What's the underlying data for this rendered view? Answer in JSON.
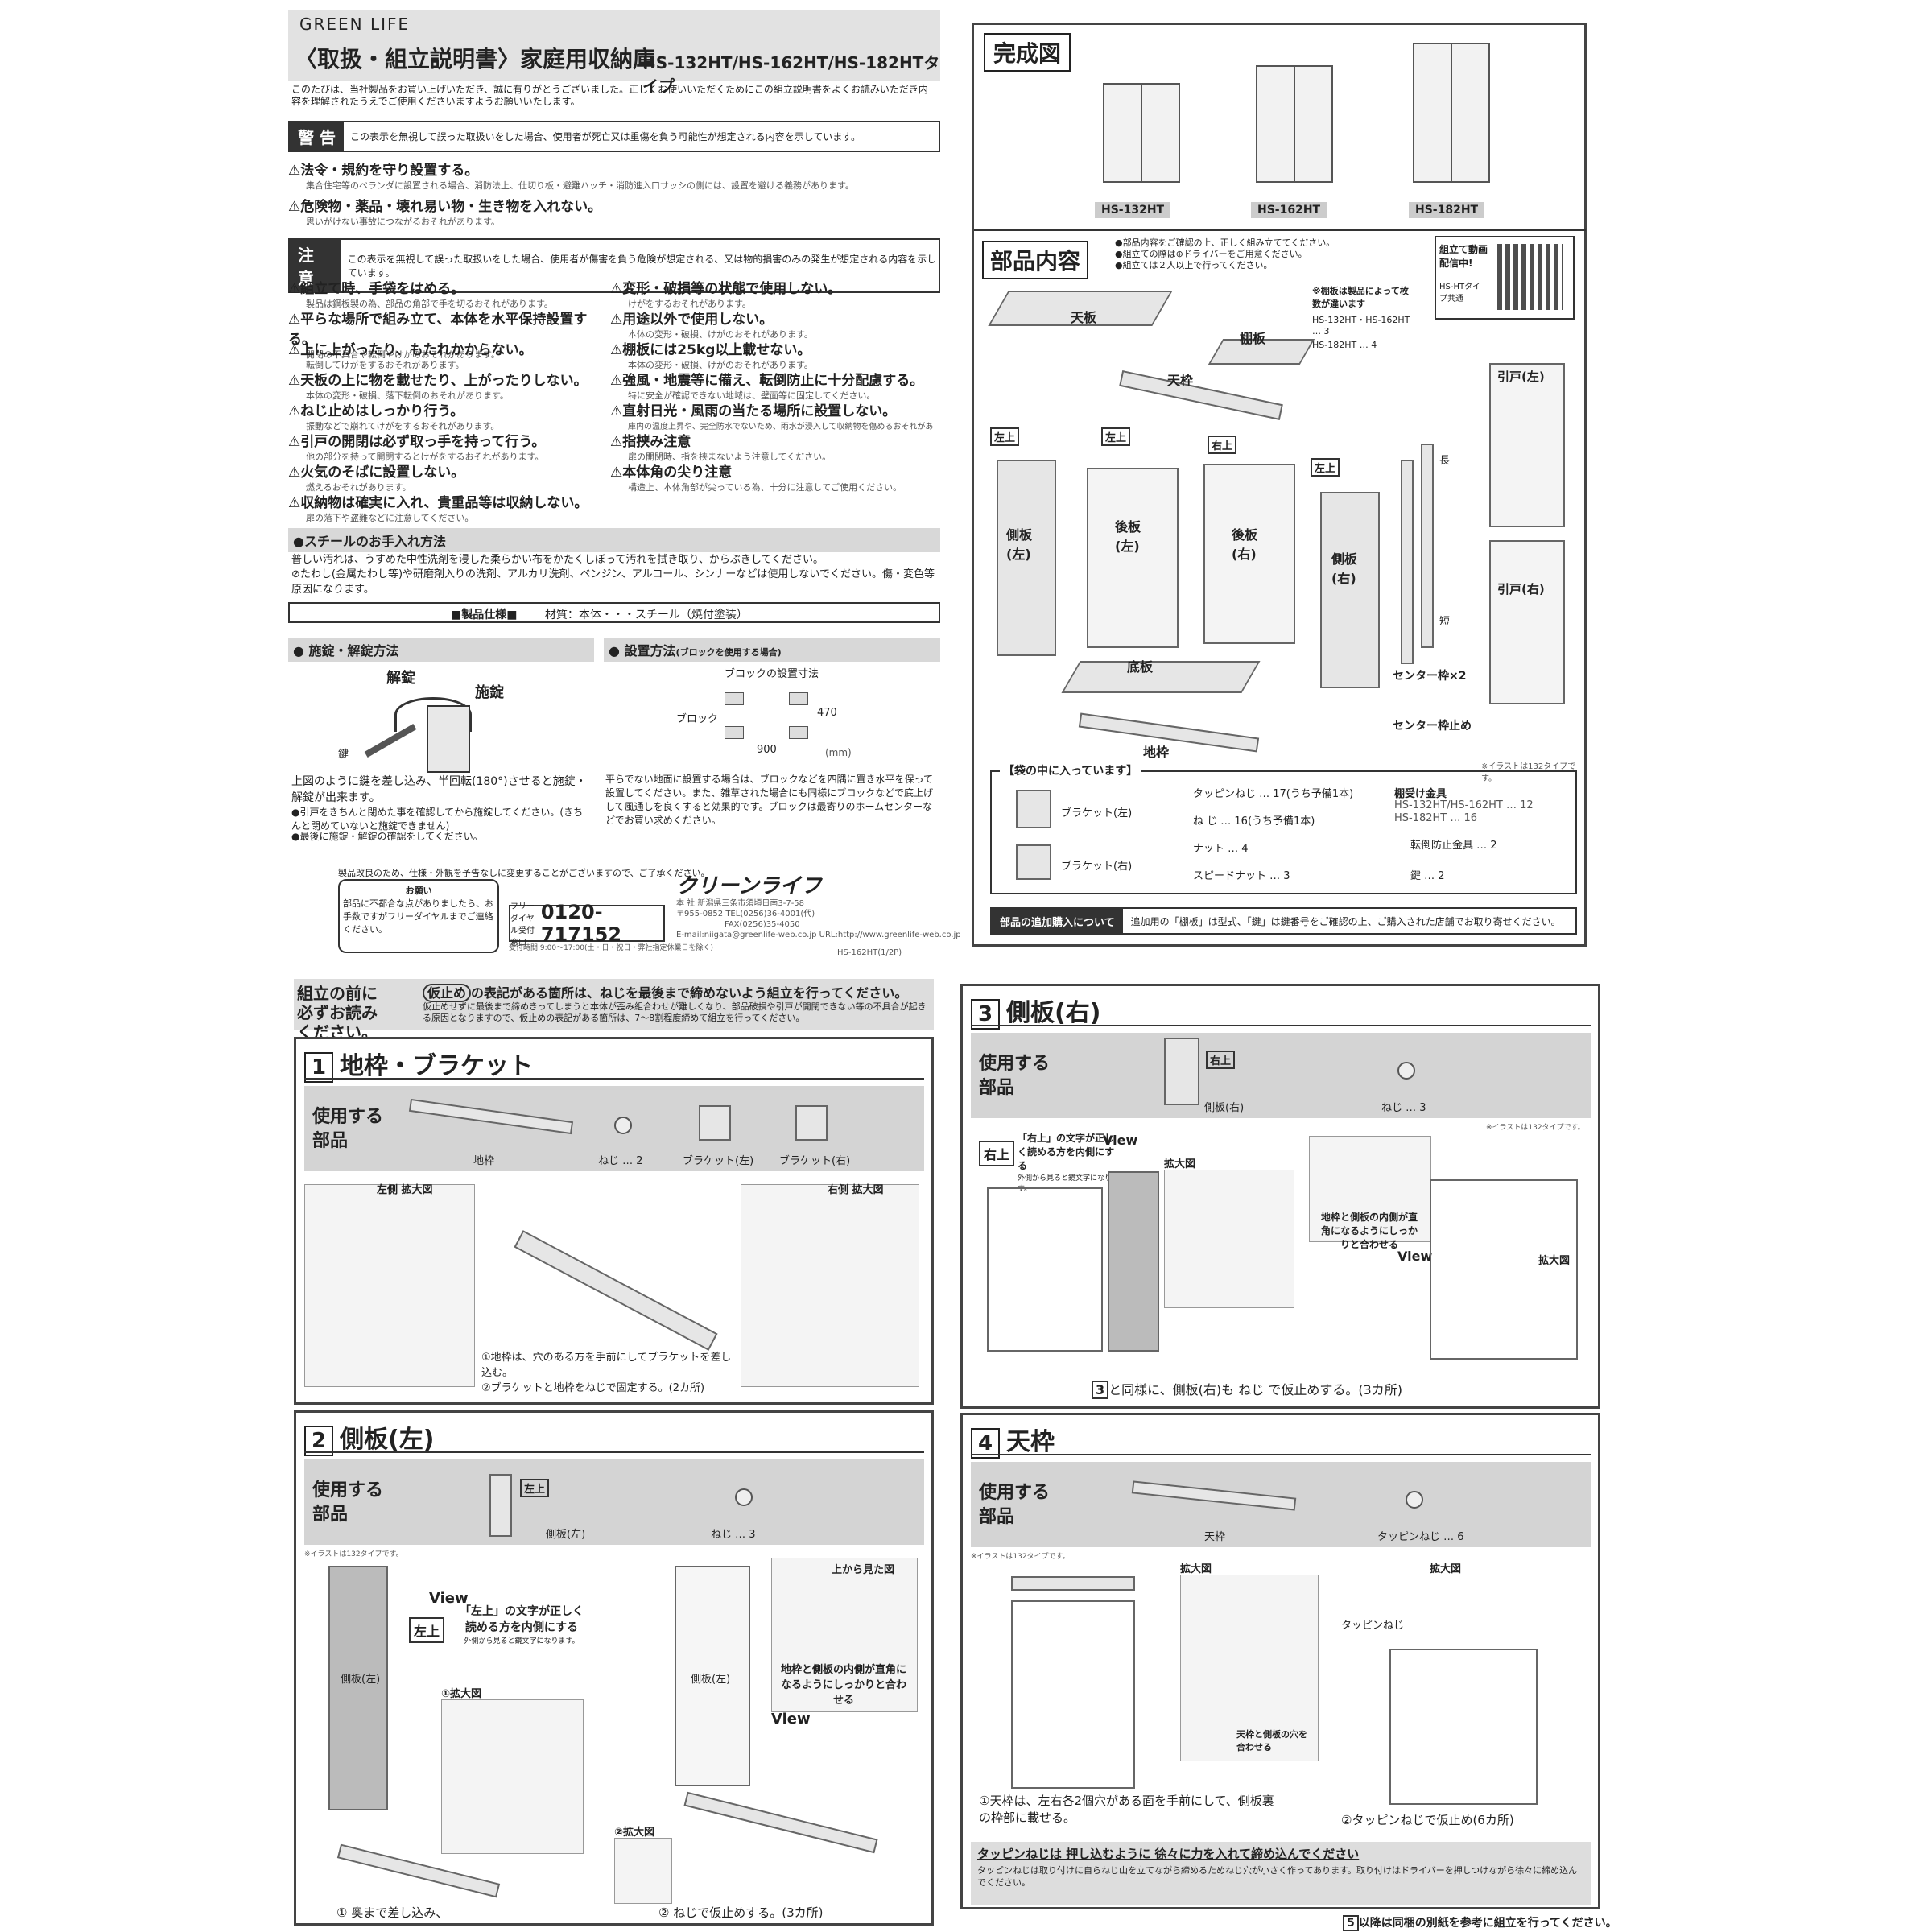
{
  "header": {
    "brand": "GREEN LIFE",
    "title": "〈取扱・組立説明書〉家庭用収納庫",
    "models": "HS-132HT/HS-162HT/HS-182HTタイプ",
    "intro": "このたびは、当社製品をお買い上げいただき、誠に有りがとうございました。正しくお使いいただくためにこの組立説明書をよくお読みいただき内容を理解されたうえでご使用くださいますようお願いいたします。"
  },
  "warning": {
    "label": "警 告",
    "desc": "この表示を無視して誤った取扱いをした場合、使用者が死亡又は重傷を負う可能性が想定される内容を示しています。",
    "items": [
      {
        "h": "法令・規約を守り設置する。",
        "s": "集合住宅等のベランダに設置される場合、消防法上、仕切り板・避難ハッチ・消防進入口サッシの側には、設置を避ける義務があります。"
      },
      {
        "h": "危険物・薬品・壊れ易い物・生き物を入れない。",
        "s": "思いがけない事故につながるおそれがあります。"
      }
    ]
  },
  "caution": {
    "label": "注 意",
    "desc": "この表示を無視して誤った取扱いをした場合、使用者が傷害を負う危険が想定される、又は物的損害のみの発生が想定される内容を示しています。",
    "left": [
      {
        "h": "組立て時、手袋をはめる。",
        "s": "製品は鋼板製の為、部品の角部で手を切るおそれがあります。"
      },
      {
        "h": "平らな場所で組み立て、本体を水平保持設置する。",
        "s": "開閉の不具合や転倒やけがのおそれがあります。"
      },
      {
        "h": "上に上がったり、もたれかからない。",
        "s": "転倒してけがをするおそれがあります。"
      },
      {
        "h": "天板の上に物を載せたり、上がったりしない。",
        "s": "本体の変形・破損、落下転倒のおそれがあります。"
      },
      {
        "h": "ねじ止めはしっかり行う。",
        "s": "振動などで崩れてけがをするおそれがあります。"
      },
      {
        "h": "引戸の開閉は必ず取っ手を持って行う。",
        "s": "他の部分を持って開閉するとけがをするおそれがあります。"
      },
      {
        "h": "火気のそばに設置しない。",
        "s": "燃えるおそれがあります。"
      },
      {
        "h": "収納物は確実に入れ、貴重品等は収納しない。",
        "s": "扉の落下や盗難などに注意してください。"
      }
    ],
    "right": [
      {
        "h": "変形・破損等の状態で使用しない。",
        "s": "けがをするおそれがあります。"
      },
      {
        "h": "用途以外で使用しない。",
        "s": "本体の変形・破損、けがのおそれがあります。"
      },
      {
        "h": "棚板には25kg以上載せない。",
        "s": "本体の変形・破損、けがのおそれがあります。"
      },
      {
        "h": "強風・地震等に備え、転倒防止に十分配慮する。",
        "s": "特に安全が確認できない地域は、壁面等に固定してください。"
      },
      {
        "h": "直射日光・風雨の当たる場所に設置しない。",
        "s": "庫内の温度上昇や、完全防水でないため、雨水が浸入して収納物を傷めるおそれがあります。"
      },
      {
        "h": "指挟み注意",
        "s": "扉の開閉時、指を挟まないよう注意してください。"
      },
      {
        "h": "本体角の尖り注意",
        "s": "構造上、本体角部が尖っている為、十分に注意してご使用ください。"
      }
    ]
  },
  "care": {
    "title": "●スチールのお手入れ方法",
    "line1": "普しい汚れは、うすめた中性洗剤を浸した柔らかい布をかたくしぼって汚れを拭き取り、からぶきしてください。",
    "line2": "たわし(金属たわし等)や研磨剤入りの洗剤、アルカリ洗剤、ベンジン、アルコール、シンナーなどは使用しないでください。傷・変色等原因になります。"
  },
  "spec": {
    "label": "■製品仕様■",
    "material": "材質：本体・・・スチール（焼付塗装）"
  },
  "lock": {
    "title": "● 施錠・解錠方法",
    "unlock": "解錠",
    "lock": "施錠",
    "key": "鍵",
    "desc": "上図のように鍵を差し込み、半回転(180°)させると施錠・解錠が出来ます。",
    "note1": "●引戸をきちんと閉めた事を確認してから施錠してください。(きちんと閉めていないと施錠できません)",
    "note2": "●最後に施錠・解錠の確認をしてください。"
  },
  "install": {
    "title": "● 設置方法",
    "sub": "(ブロックを使用する場合)",
    "diagram_title": "ブロックの設置寸法",
    "block": "ブロック",
    "dim_w": "900",
    "dim_h": "470",
    "unit": "(mm)",
    "desc": "平らでない地面に設置する場合は、ブロックなどを四隅に置き水平を保って設置してください。また、雑草された場合にも同様にブロックなどで底上げして風通しを良くすると効果的です。ブロックは最寄りのホームセンターなどでお買い求めください。"
  },
  "company": {
    "notice": "製品改良のため、仕様・外観を予告なしに変更することがございますので、ご了承ください。",
    "ask_title": "お願い",
    "ask": "部品に不都合な点がありましたら、お手数ですがフリーダイヤルまでご連絡ください。",
    "freedial_label": "フリーダイヤル受付窓口",
    "freedial": "0120-717152",
    "hours": "受付時間 9:00〜17:00(土・日・祝日・弊社指定休業日を除く)",
    "logo": "クリーンライフ",
    "address": "本 社 新潟県三条市須頃日南3-7-58",
    "tel": "〒955-0852 TEL(0256)36-4001(代)",
    "fax": "FAX(0256)35-4050",
    "web": "E-mail:niigata@greenlife-web.co.jp URL:http://www.greenlife-web.co.jp",
    "docno": "HS-162HT(1/2P)"
  },
  "complete": {
    "title": "完成図",
    "models": [
      "HS-132HT",
      "HS-162HT",
      "HS-182HT"
    ]
  },
  "parts": {
    "title": "部品内容",
    "notes": [
      "●部品内容をご確認の上、正しく組み立ててください。",
      "●組立ての際は⊕ドライバーをご用意ください。",
      "●組立ては２人以上で行ってください。"
    ],
    "video": "組立て動画配信中!",
    "video_sub": "HS-HTタイプ共通",
    "shelf_note": "※棚板は製品によって枚数が違います",
    "shelf_counts": [
      "HS-132HT・HS-162HT … 3",
      "HS-182HT … 4"
    ],
    "labels": {
      "top": "天板",
      "shelf": "棚板",
      "top_frame": "天枠",
      "side_l": "側板(左)",
      "back_l": "後板(左)",
      "back_r": "後板(右)",
      "side_r": "側板(右)",
      "bottom": "底板",
      "base": "地枠",
      "center": "センター枠×2",
      "center_stop": "センター枠止め",
      "door_l": "引戸(左)",
      "door_r": "引戸(右)",
      "tag_l": "左上",
      "tag_r": "右上",
      "long": "長",
      "short": "短"
    },
    "bag_title": "【袋の中に入っています】",
    "bag": [
      "ブラケット(左)",
      "ブラケット(右)",
      "タッピンねじ … 17(うち予備1本)",
      "ね じ … 16(うち予備1本)",
      "ナット … 4",
      "スピードナット … 3",
      "棚受け金具",
      "HS-132HT/HS-162HT … 12",
      "HS-182HT … 16",
      "転倒防止金具 … 2",
      "鍵 … 2"
    ],
    "illustration_note": "※イラストは132タイプです。",
    "extra_label": "部品の追加購入について",
    "extra": "追加用の「棚板」は型式、「鍵」は鍵番号をご確認の上、ご購入された店舗でお取り寄せください。"
  },
  "pre_note": {
    "label": "組立の前に必ずお読みください。",
    "key": "仮止め",
    "text": "の表記がある箇所は、ねじを最後まで締めないよう組立を行ってください。",
    "sub": "仮止めせずに最後まで締めきってしまうと本体が歪み組合わせが難しくなり、部品破損や引戸が開閉できない等の不具合が起きる原因となりますので、仮止めの表記がある箇所は、7〜8割程度締めて組立を行ってください。"
  },
  "step1": {
    "num": "1",
    "title": "地枠・ブラケット",
    "use": "使用する部品",
    "parts": [
      "地枠",
      "ねじ … 2",
      "ブラケット(左)",
      "ブラケット(右)"
    ],
    "left_zoom": "左側 拡大図",
    "right_zoom": "右側 拡大図",
    "inst1": "①地枠は、穴のある方を手前にしてブラケットを差し込む。",
    "inst2": "②ブラケットと地枠をねじで固定する。(2カ所)"
  },
  "step2": {
    "num": "2",
    "title": "側板(左)",
    "use": "使用する部品",
    "parts": [
      "側板(左)",
      "ねじ … 3"
    ],
    "tag": "左上",
    "note": "「左上」の文字が正しく読める方を内側にする",
    "note_sub": "外側から見ると鏡文字になります。",
    "view": "View",
    "zoom1": "①拡大図",
    "zoom2": "②拡大図",
    "top_view": "上から見た図",
    "align": "地枠と側板の内側が直角になるようにしっかりと合わせる",
    "part": "側板(左)",
    "illustration_note": "※イラストは132タイプです。",
    "inst1": "① 奥まで差し込み、",
    "inst2": "② ねじで仮止めする。(3カ所)"
  },
  "step3": {
    "num": "3",
    "title": "側板(右)",
    "use": "使用する部品",
    "parts": [
      "側板(右)",
      "ねじ … 3"
    ],
    "tag": "右上",
    "note": "「右上」の文字が正しく読める方を内側にする",
    "note_sub": "外側から見ると鏡文字になります。",
    "view": "View",
    "zoom": "拡大図",
    "align": "地枠と側板の内側が直角になるようにしっかりと合わせる",
    "illustration_note": "※イラストは132タイプです。",
    "inst": "と同様に、側板(右)も ねじ で仮止めする。(3カ所)"
  },
  "step4": {
    "num": "4",
    "title": "天枠",
    "use": "使用する部品",
    "parts": [
      "天枠",
      "タッピンねじ … 6"
    ],
    "zoom": "拡大図",
    "tap": "タッピンねじ",
    "holes": "天枠と側板の穴を合わせる",
    "illustration_note": "※イラストは132タイプです。",
    "inst1": "①天枠は、左右各2個穴がある面を手前にして、側板裏の枠部に載せる。",
    "inst2": "②タッピンねじで仮止め(6カ所)",
    "tip_title": "タッピンねじは 押し込むように 徐々に力を入れて締め込んでください",
    "tip": "タッピンねじは取り付けに自らねじ山を立てながら締めるためねじ穴が小さく作ってあります。取り付けはドライバーを押しつけながら徐々に締め込んでください。"
  },
  "footer": {
    "next": "以降は同梱の別紙を参考に組立を行ってください。",
    "num": "5"
  }
}
